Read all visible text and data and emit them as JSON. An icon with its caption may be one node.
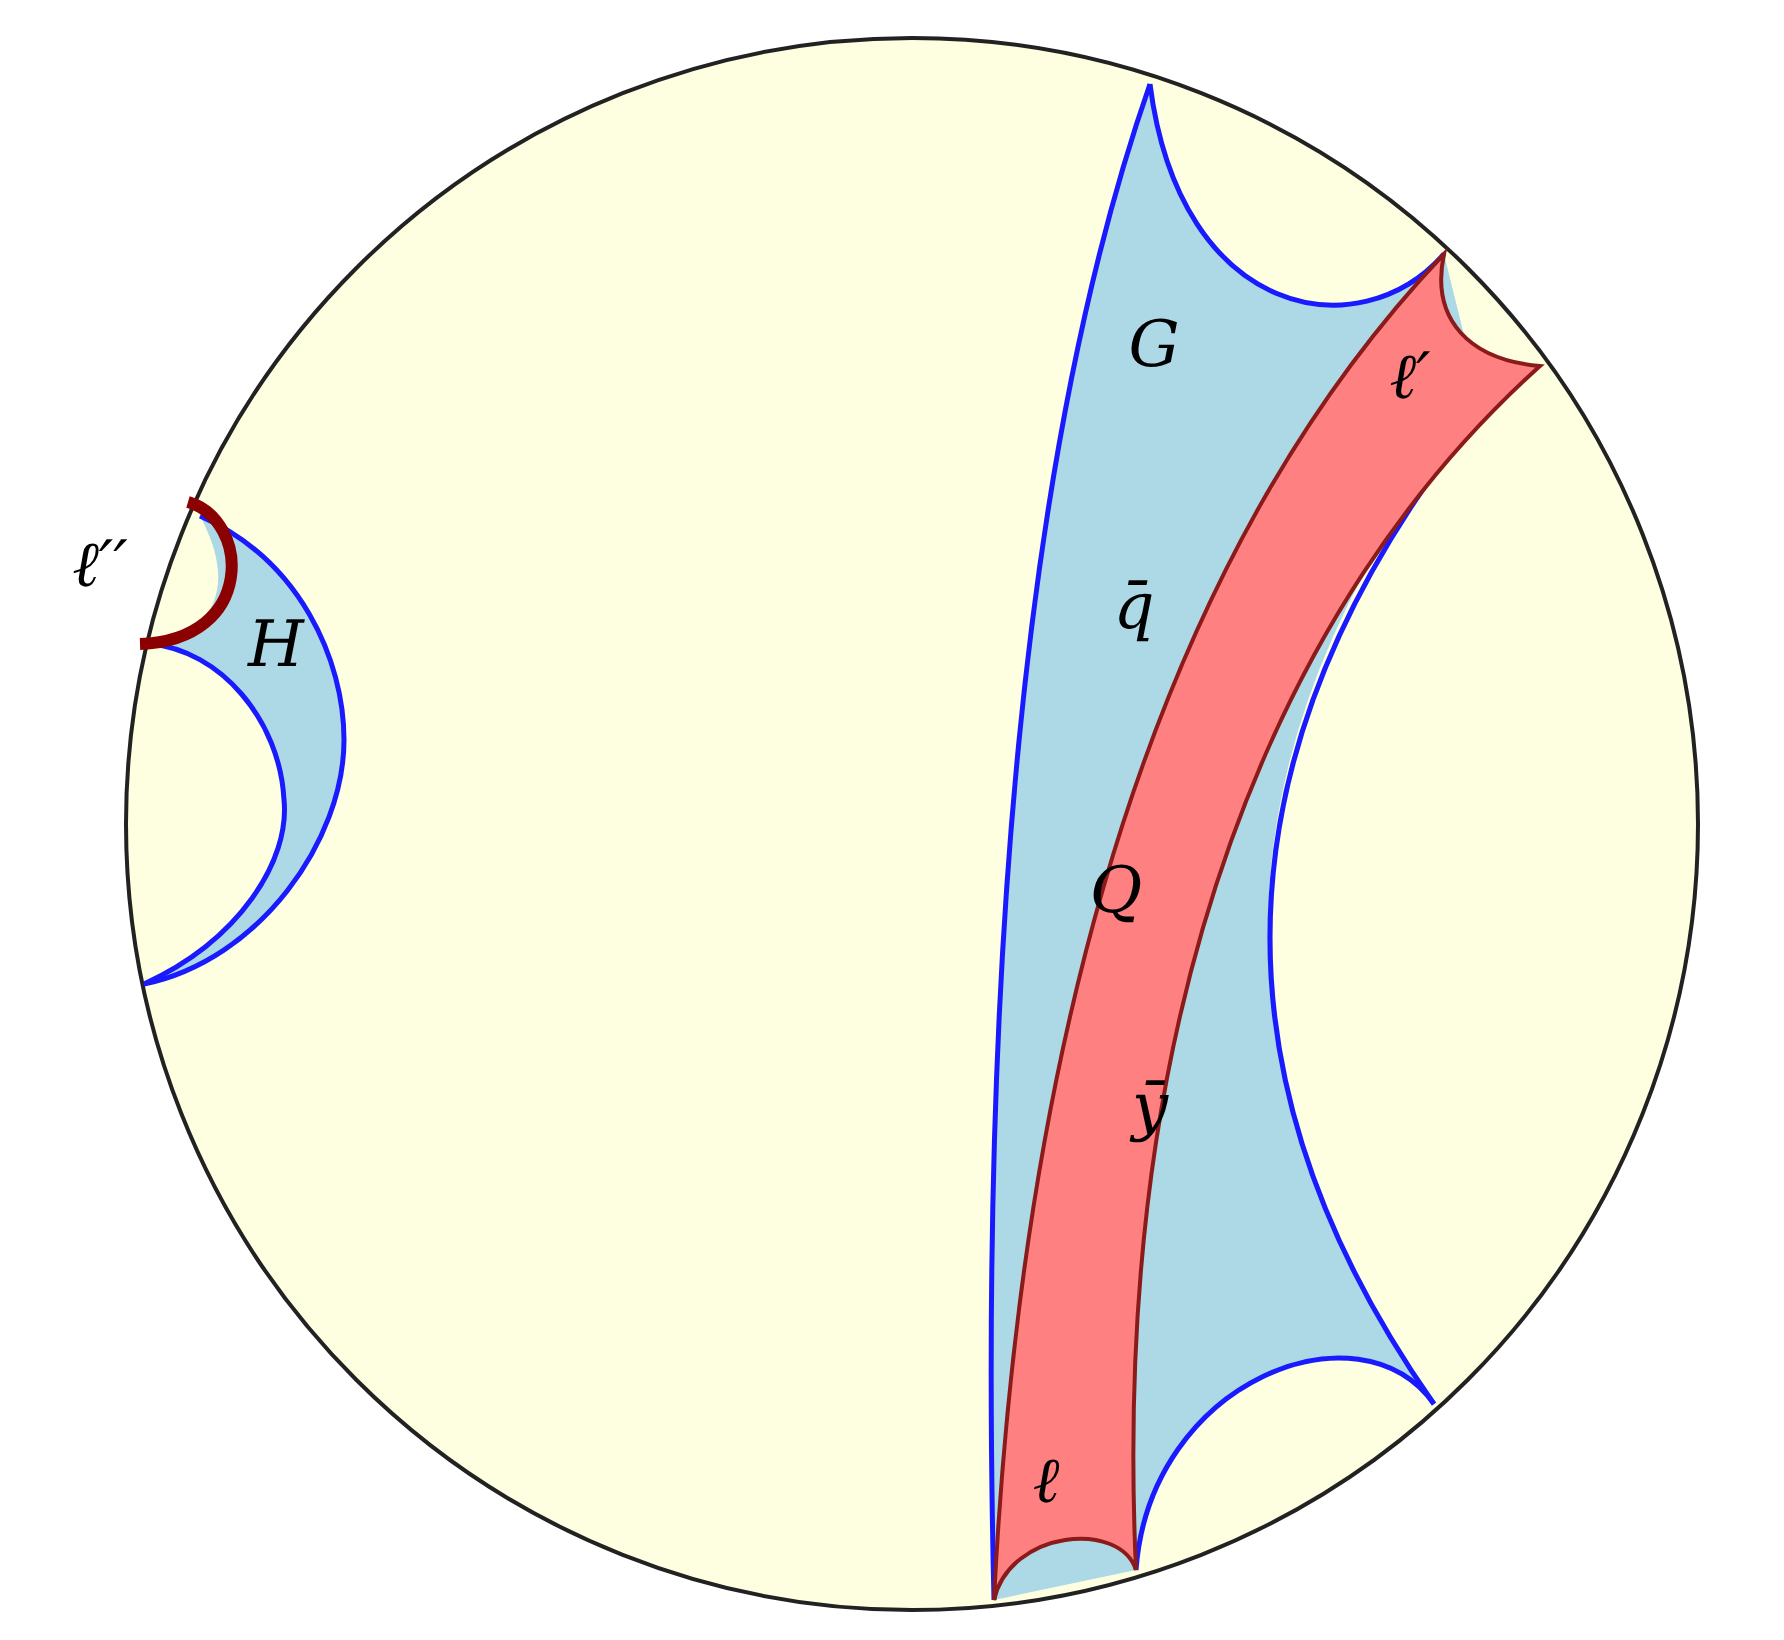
{
  "diagram": {
    "labels": [
      "G",
      "ℓ′",
      "q̄",
      "Q",
      "ȳ",
      "ℓ",
      "ℓ′′",
      "H"
    ]
  }
}
